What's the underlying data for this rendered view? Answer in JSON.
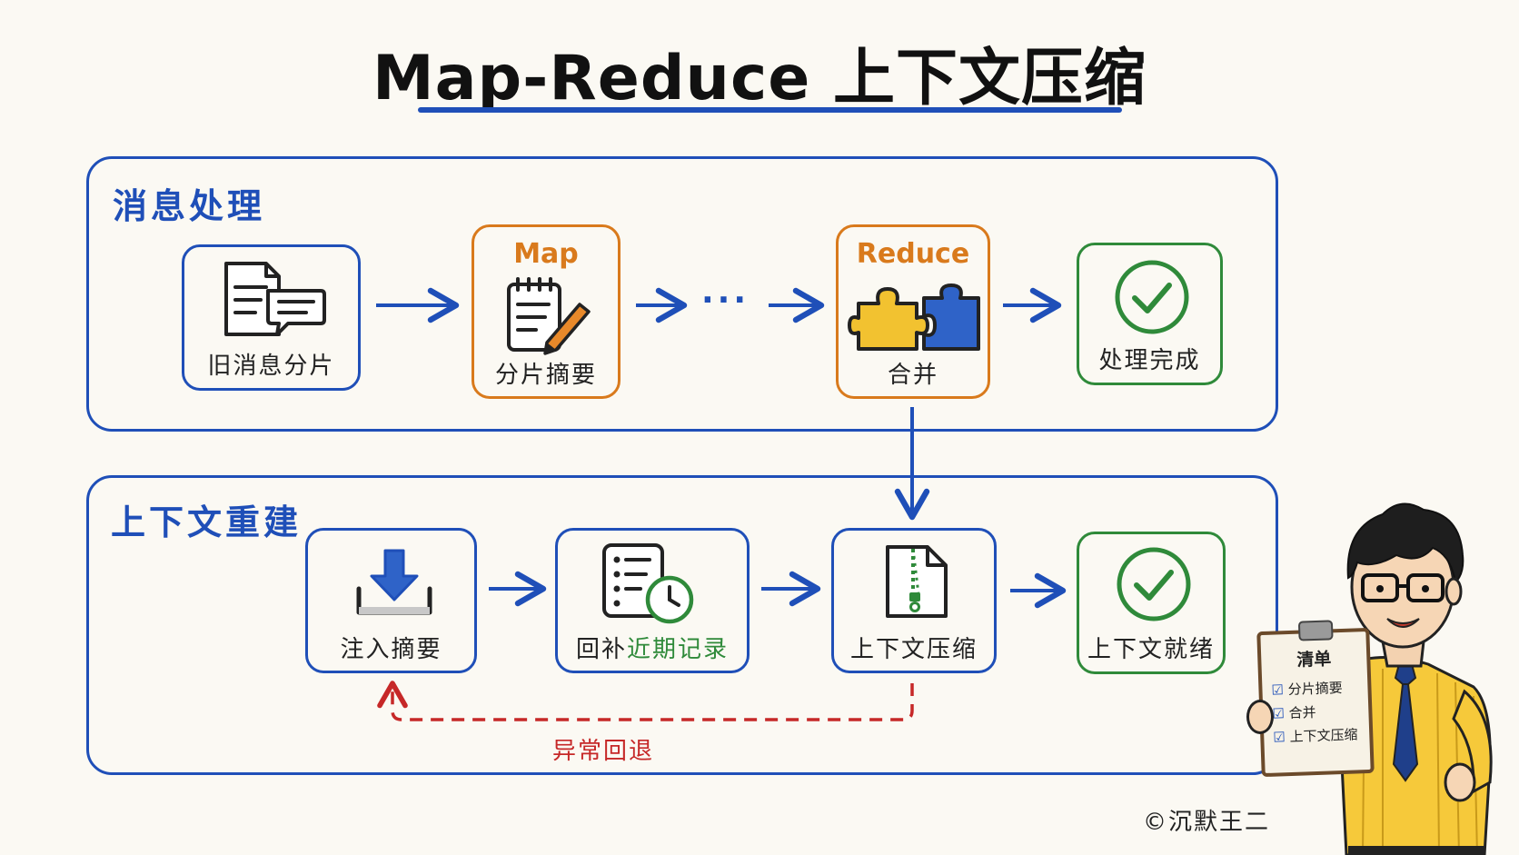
{
  "title": "Map-Reduce 上下文压缩",
  "sections": {
    "top": {
      "label": "消息处理"
    },
    "bottom": {
      "label": "上下文重建"
    }
  },
  "top_nodes": {
    "n1": {
      "label": "旧消息分片",
      "icon": "documents-chat-icon"
    },
    "n2": {
      "head": "Map",
      "label": "分片摘要",
      "icon": "notepad-pencil-icon"
    },
    "ellipsis": "···",
    "n3": {
      "head": "Reduce",
      "label": "合并",
      "icon": "puzzle-icon"
    },
    "n4": {
      "label": "处理完成",
      "icon": "check-circle-icon"
    }
  },
  "bottom_nodes": {
    "n1": {
      "label": "注入摘要",
      "icon": "download-tray-icon"
    },
    "n2": {
      "label_a": "回补",
      "label_b": "近期记录",
      "icon": "list-clock-icon"
    },
    "n3": {
      "label": "上下文压缩",
      "icon": "zip-file-icon"
    },
    "n4": {
      "label": "上下文就绪",
      "icon": "check-circle-icon"
    }
  },
  "fallback_label": "异常回退",
  "checklist": {
    "title": "清单",
    "items": [
      "分片摘要",
      "合并",
      "上下文压缩"
    ]
  },
  "credit": "©沉默王二",
  "colors": {
    "blue": "#1f4fb8",
    "orange": "#d97a1c",
    "green": "#2f8a3a",
    "red": "#c62828",
    "background": "#fbf9f3"
  }
}
